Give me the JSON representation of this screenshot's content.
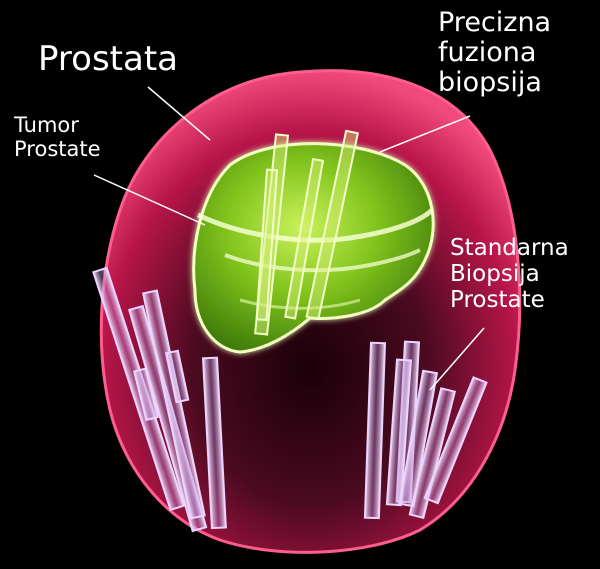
{
  "labels": {
    "prostate": "Prostata",
    "tumor": [
      "Tumor",
      "Prostate"
    ],
    "fusion_biopsy": [
      "Precizna",
      "fuziona",
      "biopsija"
    ],
    "standard_biopsy": [
      "Standarna",
      "Biopsija",
      "Prostate"
    ]
  },
  "colors": {
    "background": "#000000",
    "prostate": "#e0235d",
    "tumor": "#8fd62a",
    "standard_needles": "#d9b8f2",
    "fusion_needles": "#e8f7a0",
    "leader_lines": "#ffffff"
  }
}
